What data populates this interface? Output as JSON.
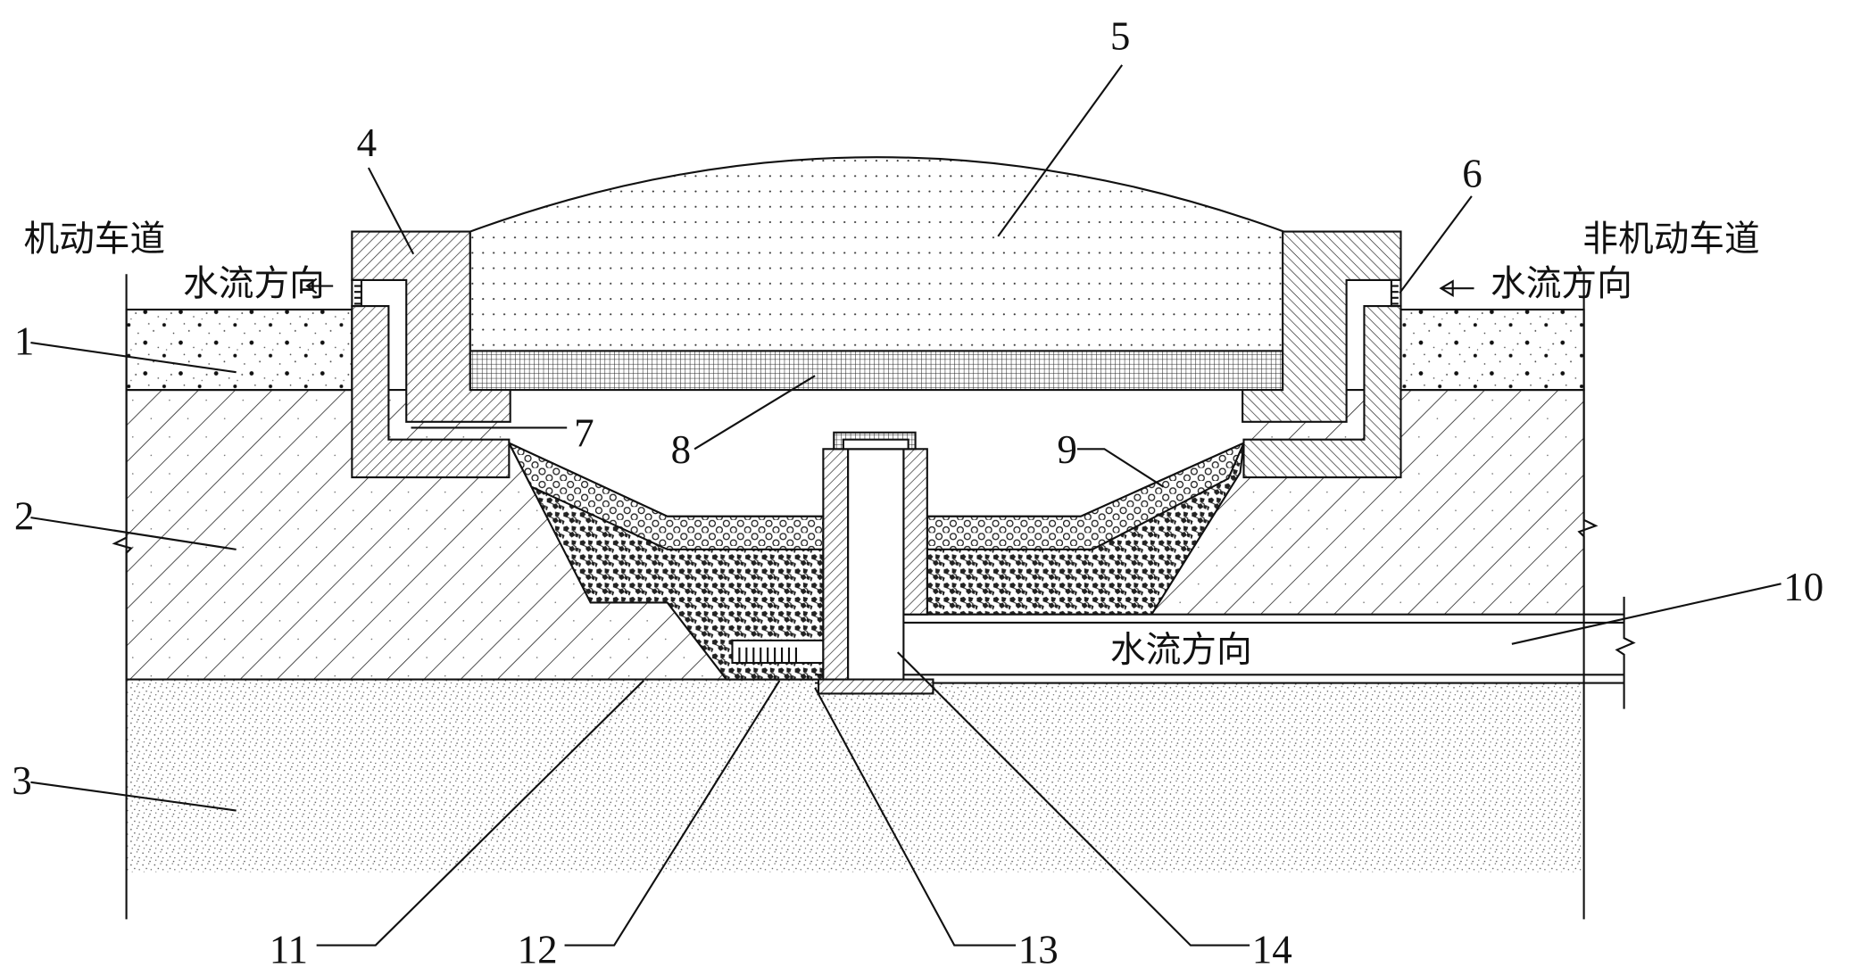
{
  "title_left": "机动车道",
  "title_right": "非机动车道",
  "flow_left": "水流方向",
  "flow_right": "水流方向",
  "flow_pipe": "水流方向",
  "arrow_icon": "left-arrow",
  "labels": {
    "l1": "1",
    "l2": "2",
    "l3": "3",
    "l4": "4",
    "l5": "5",
    "l6": "6",
    "l7": "7",
    "l8": "8",
    "l9": "9",
    "l10": "10",
    "l11": "11",
    "l12": "12",
    "l13": "13",
    "l14": "14"
  }
}
